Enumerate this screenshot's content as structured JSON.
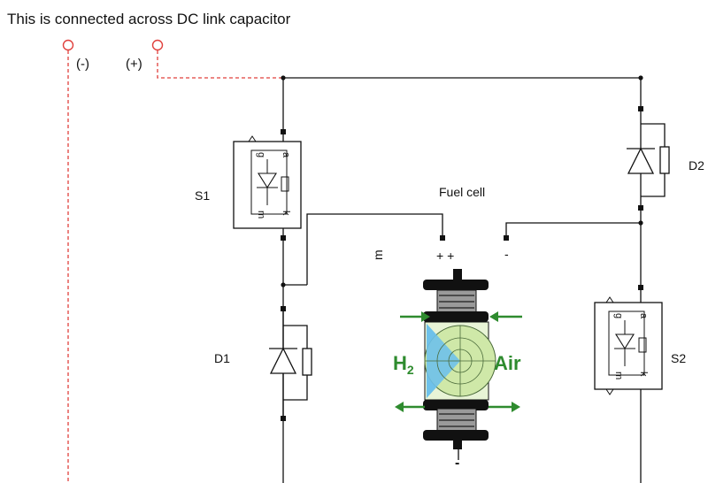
{
  "caption": "This is connected across  DC link capacitor",
  "terminals": {
    "negative": "(-)",
    "positive": "(+)"
  },
  "components": {
    "s1": "S1",
    "s2": "S2",
    "d1": "D1",
    "d2": "D2",
    "fuel_cell": "Fuel cell"
  },
  "fuel_cell": {
    "port_m": "m",
    "port_plus": "+ +",
    "port_minus": "-",
    "port_bottom_minus": "-",
    "h2_label": "H",
    "h2_sub": "2",
    "air_label": "Air"
  },
  "switch_ports": {
    "g": "g",
    "a": "a",
    "m": "m",
    "k": "k"
  },
  "colors": {
    "dashed_wire": "#e0403c",
    "wire": "#111111",
    "arrow_green": "#2e8b2e",
    "h2_blue": "#6ec1ea",
    "air_green": "#cfe8a8",
    "port_red": "#e0403c"
  }
}
